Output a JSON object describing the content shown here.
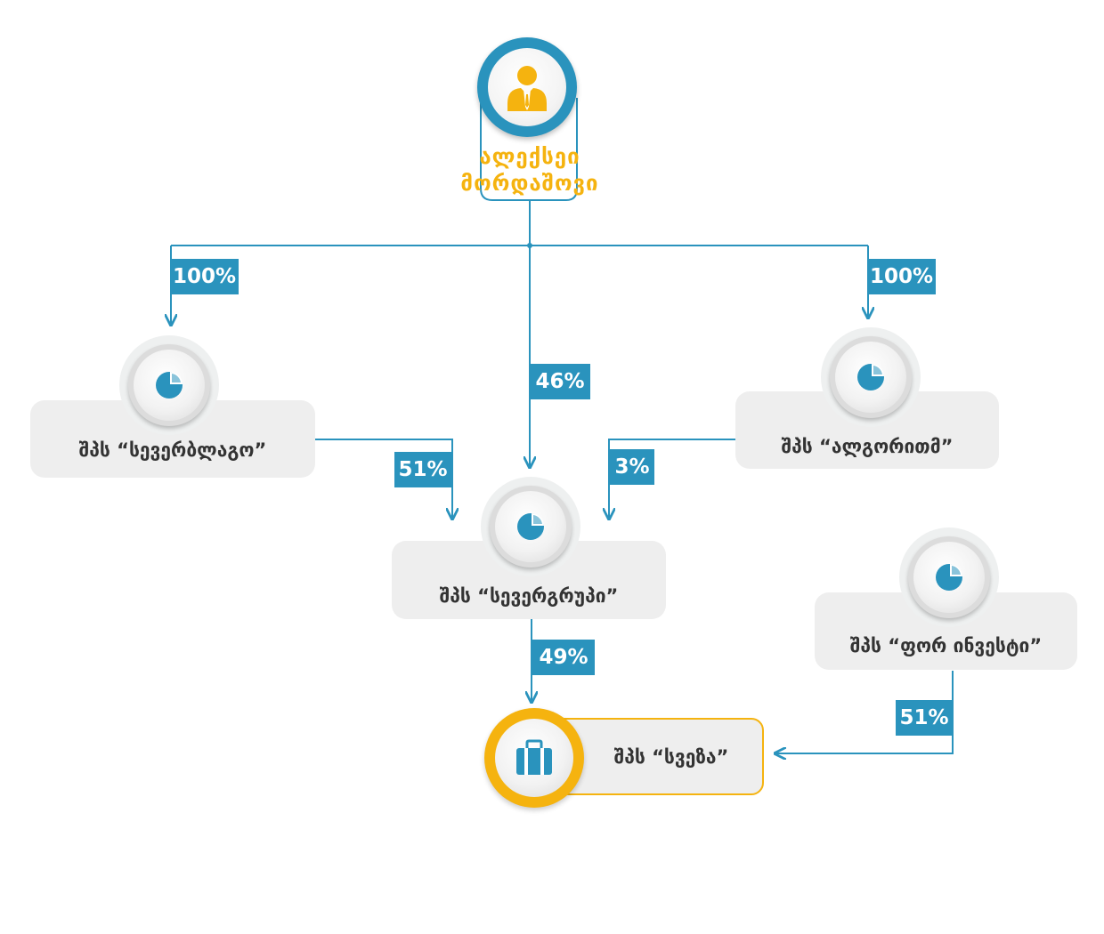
{
  "colors": {
    "accent_blue": "#2a93bd",
    "accent_yellow": "#f5b30f",
    "card_bg": "#eeeeee",
    "text": "#333333"
  },
  "owner": {
    "name_line1": "ალექსეი",
    "name_line2": "მორდაშოვი",
    "icon": "person-icon"
  },
  "companies": {
    "severblago": {
      "label": "შპს “სევერბლაგო”",
      "icon": "pie-chart-icon"
    },
    "algoritm": {
      "label": "შპს “ალგორითმ”",
      "icon": "pie-chart-icon"
    },
    "severgroup": {
      "label": "შპს “სევერგრუპი”",
      "icon": "pie-chart-icon"
    },
    "forinvest": {
      "label": "შპს “ფორ ინვესტი”",
      "icon": "pie-chart-icon"
    },
    "sveza": {
      "label": "შპს “სვეზა”",
      "icon": "briefcase-icon"
    }
  },
  "stakes": {
    "owner_to_severblago": "100%",
    "owner_to_algoritm": "100%",
    "owner_to_severgroup": "46%",
    "severblago_to_severgroup": "51%",
    "algoritm_to_severgroup": "3%",
    "severgroup_to_sveza": "49%",
    "forinvest_to_sveza": "51%"
  }
}
